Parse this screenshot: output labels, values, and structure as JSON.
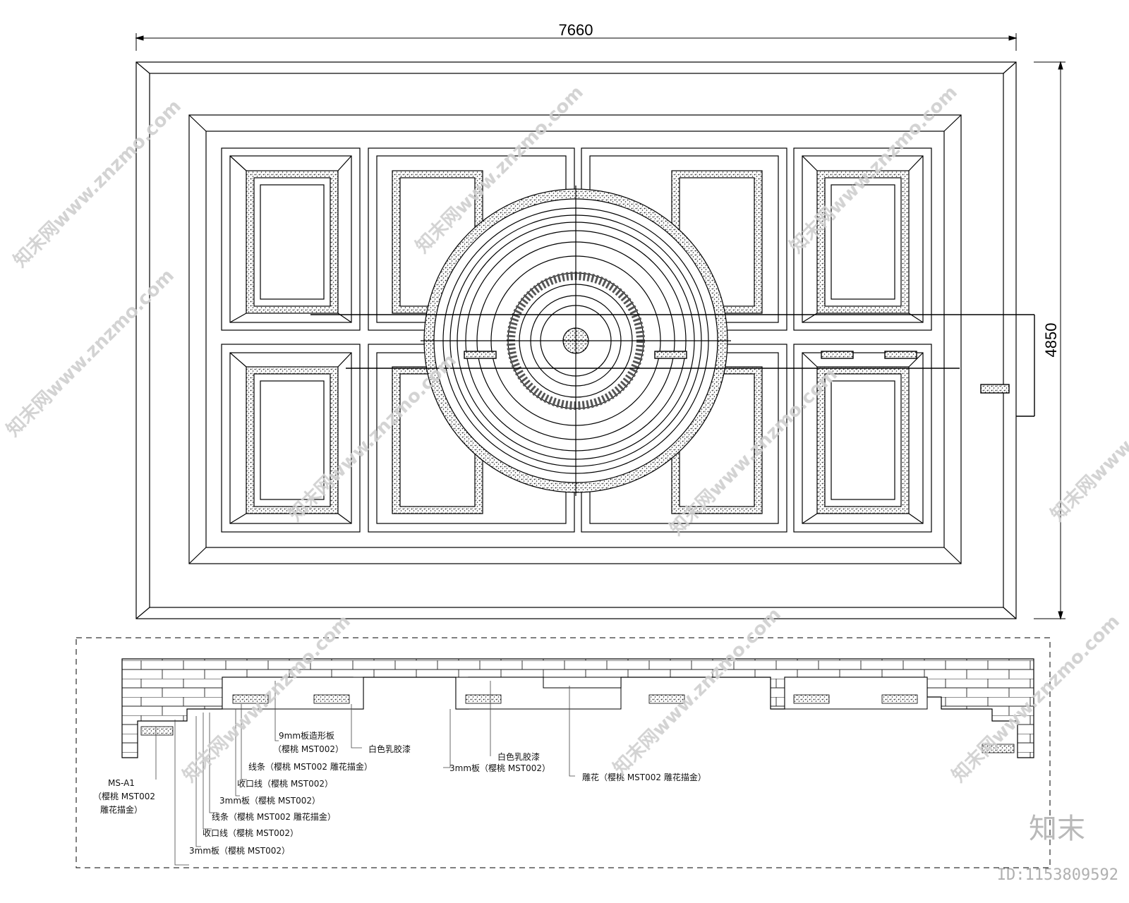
{
  "dimensions": {
    "width": "7660",
    "height": "4850"
  },
  "section_labels": [
    {
      "id": "l1",
      "text": "9mm板造形板"
    },
    {
      "id": "l2",
      "text": "（樱桃 MST002）"
    },
    {
      "id": "l3",
      "text": "白色乳胶漆"
    },
    {
      "id": "l4",
      "text": "线条（樱桃 MST002 雕花描金）"
    },
    {
      "id": "l5",
      "text": "白色乳胶漆"
    },
    {
      "id": "l6",
      "text": "3mm板（樱桃 MST002）"
    },
    {
      "id": "l7",
      "text": "收口线（樱桃 MST002）"
    },
    {
      "id": "l8",
      "text": "雕花（樱桃 MST002 雕花描金）"
    },
    {
      "id": "l9",
      "text": "3mm板（樱桃 MST002）"
    },
    {
      "id": "l10",
      "text": "线条（樱桃 MST002 雕花描金）"
    },
    {
      "id": "l11",
      "text": "收口线（樱桃 MST002）"
    },
    {
      "id": "l12",
      "text": "3mm板（樱桃 MST002）"
    }
  ],
  "ms_label": {
    "line1": "MS-A1",
    "line2": "（樱桃 MST002",
    "line3": "雕花描金）"
  },
  "watermark": {
    "site": "知末网www.znzmo.com",
    "logo": "知末",
    "id": "ID:1153809592"
  },
  "colors": {
    "line": "#000000",
    "watermark": "#cfcfcf"
  }
}
